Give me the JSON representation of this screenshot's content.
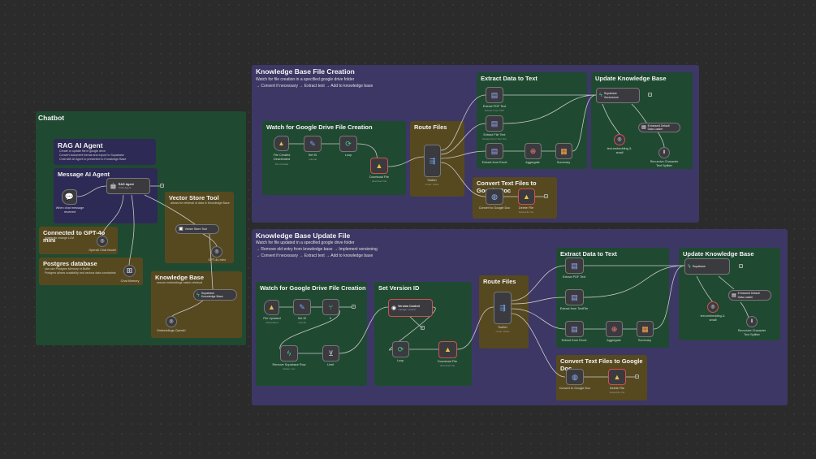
{
  "chatbot": {
    "title": "Chatbot",
    "rag": {
      "title": "RAG AI Agent",
      "bullets": [
        "Create or update file in google drive",
        "Convert document format and export to Supabase",
        "Chat with AI Agent to presented to Knowledge Base"
      ]
    },
    "message": {
      "title": "Message AI Agent"
    },
    "vector_tool": {
      "title": "Vector Store Tool",
      "bullets": [
        "allows for retrieval of data in Knowledge Base"
      ]
    },
    "connected": {
      "title": "Connected to GPT-4o mini",
      "bullets": [
        "access to change LLM"
      ]
    },
    "postgres": {
      "title": "Postgres database",
      "bullets": [
        "can use Postgres Memory or Buffer",
        "Postgres allows scalability and various data constraints"
      ]
    },
    "knowledge": {
      "title": "Knowledge Base",
      "bullets": [
        "ensure embeddings match retrieval"
      ]
    },
    "nodes": {
      "trigger": {
        "label": "When chat message",
        "label2": "received"
      },
      "agent": {
        "label": "RAG Agent",
        "sub": "Tools Agent"
      },
      "openai_chat": {
        "label": "OpenAI Chat Model"
      },
      "chat_memory": {
        "label": "Chat Memory"
      },
      "vector_tool": {
        "label": "Vector Store Tool"
      },
      "gpt_model": {
        "label": "GPT-4o mini"
      },
      "supabase_kb": {
        "label": "Supabase",
        "label2": "Knowledge Base"
      },
      "embeddings": {
        "label": "Embeddings OpenAI"
      }
    }
  },
  "creation": {
    "title": "Knowledge Base File Creation",
    "desc1": "Watch for file creation in a specified google drive folder",
    "desc2": "→ Convert if necessary → Extract text → Add to knowledge base",
    "watch": {
      "title": "Watch for Google Drive File Creation"
    },
    "route": {
      "title": "Route Files"
    },
    "extract": {
      "title": "Extract Data to Text"
    },
    "update": {
      "title": "Update Knowledge Base"
    },
    "convert": {
      "title": "Convert Text Files to Google Doc"
    },
    "nodes": {
      "trigger": {
        "label": "File Created",
        "label2": "Deactivated",
        "sub": "File Created"
      },
      "set": {
        "label": "Set ID",
        "sub": "manual"
      },
      "loop": {
        "label": "Loop"
      },
      "download": {
        "label": "Download File",
        "sub": "download: file"
      },
      "switch": {
        "label": "Switch",
        "sub": "mode: Rules"
      },
      "pdf": {
        "label": "Extract PDF Text",
        "sub": "Extract From PDF"
      },
      "file": {
        "label": "Extract File Text",
        "sub": "Extract From Text File"
      },
      "excel": {
        "label": "Extract from Excel"
      },
      "aggregate": {
        "label": "Aggregate"
      },
      "summary": {
        "label": "Summary"
      },
      "supabase": {
        "label": "Supabase",
        "label2": "Vectorstore"
      },
      "embedding": {
        "label": "text-embedding-3-",
        "label2": "small"
      },
      "loader": {
        "label": "Enhanced Default",
        "label2": "Data Loader"
      },
      "splitter": {
        "label": "Recursive Character",
        "label2": "Text Splitter"
      },
      "convert": {
        "label": "Convert to Google Doc"
      },
      "delete": {
        "label": "Delete File",
        "sub": "deleteFile: file"
      }
    }
  },
  "update": {
    "title": "Knowledge Base Update File",
    "desc1": "Watch for file updated in a specified google drive folder",
    "desc2": "→ Remove old entry from knowledge base → Implement versioning",
    "desc3": "→ Convert if necessary → Extract text → Add to knowledge base",
    "watch": {
      "title": "Watch for Google Drive File Creation"
    },
    "version": {
      "title": "Set Version ID"
    },
    "route": {
      "title": "Route Files"
    },
    "extract": {
      "title": "Extract Data to Text"
    },
    "update": {
      "title": "Update Knowledge Base"
    },
    "convert": {
      "title": "Convert Text Files to Google Doc"
    },
    "nodes": {
      "trigger": {
        "label": "File Updated",
        "sub": "fileUpdated"
      },
      "set": {
        "label": "Set ID",
        "sub": "manual"
      },
      "if": {
        "label": "If"
      },
      "remove": {
        "label": "Remove Supabase Row",
        "sub": "delete: row"
      },
      "limit": {
        "label": "Limit"
      },
      "version": {
        "label": "Version Control",
        "sub": "manage: version"
      },
      "loop": {
        "label": "Loop"
      },
      "download": {
        "label": "Download File",
        "sub": "download: file"
      },
      "switch": {
        "label": "Switch",
        "sub": "mode: Rules"
      },
      "pdf": {
        "label": "Extract PDF Text"
      },
      "file": {
        "label": "Extract from TextFile"
      },
      "excel": {
        "label": "Extract from Excel"
      },
      "aggregate": {
        "label": "Aggregate"
      },
      "summary": {
        "label": "Summary"
      },
      "supabase": {
        "label": "Supabase"
      },
      "embedding": {
        "label": "text-embedding-3-",
        "label2": "small"
      },
      "loader": {
        "label": "Enhanced Default",
        "label2": "Data Loader"
      },
      "splitter": {
        "label": "Recursive Character",
        "label2": "Text Splitter"
      },
      "convert": {
        "label": "Convert to Google Doc"
      },
      "delete": {
        "label": "Delete File",
        "sub": "deleteFile: file"
      }
    }
  },
  "colors": {
    "canvas": "#2b2b2b",
    "purple": "#3d3765",
    "green": "#1f4a31",
    "olive": "#57491f",
    "wire": "#c9c9c9",
    "error": "#d25050"
  }
}
